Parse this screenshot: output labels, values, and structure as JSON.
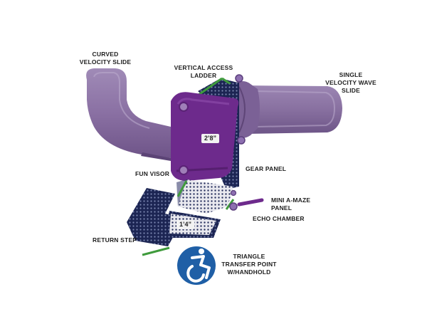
{
  "labels": {
    "curved_velocity_slide": [
      "CURVED",
      "VELOCITY SLIDE"
    ],
    "vertical_access_ladder": [
      "VERTICAL ACCESS",
      "LADDER"
    ],
    "single_velocity_wave_slide": [
      "SINGLE",
      "VELOCITY WAVE",
      "SLIDE"
    ],
    "fun_visor": [
      "FUN VISOR"
    ],
    "gear_panel": [
      "GEAR PANEL"
    ],
    "mini_a_maze_panel": [
      "MINI A-MAZE",
      "PANEL"
    ],
    "echo_chamber": [
      "ECHO CHAMBER"
    ],
    "return_step": [
      "RETURN STEP"
    ],
    "triangle_transfer_point": [
      "TRIANGLE",
      "TRANSFER POINT",
      "W/HANDHOLD"
    ]
  },
  "heights": {
    "upper_deck": "2’8”",
    "lower_deck": "1’4”"
  },
  "icons": {
    "accessibility": "accessibility-icon"
  },
  "colors": {
    "purple_light": "#8e74a6",
    "purple_dark": "#6d2a8c",
    "navy": "#1c2553",
    "green": "#3f9b3c",
    "access_blue": "#1f5fa6"
  }
}
